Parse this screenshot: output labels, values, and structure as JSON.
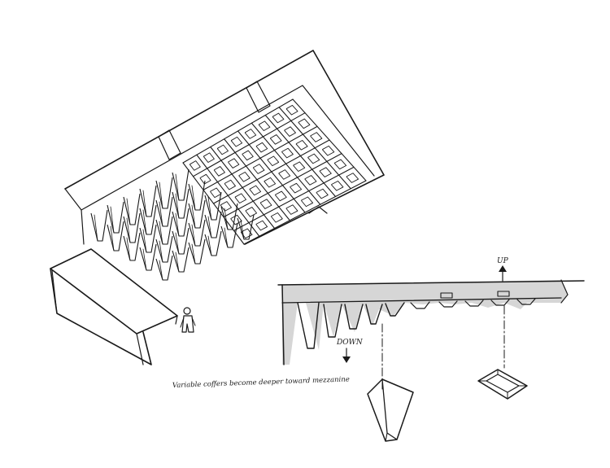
{
  "labels": {
    "up": "UP",
    "down": "DOWN",
    "caption": "Variable coffers become deeper toward mezzanine"
  },
  "colors": {
    "ink": "#1a1a1a",
    "wash": "#d6d6d6",
    "paper": "#ffffff"
  }
}
